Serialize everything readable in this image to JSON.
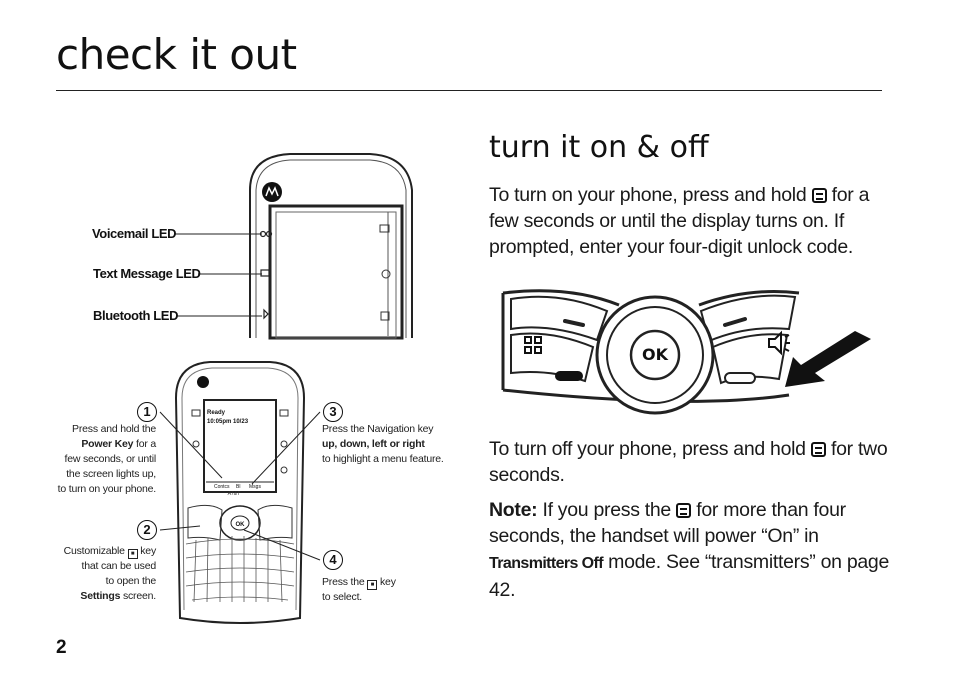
{
  "header": {
    "title": "check it out"
  },
  "section": {
    "heading": "turn it on & off"
  },
  "paragraphs": {
    "turn_on": {
      "before": "To turn on your phone, press and hold",
      "after": "for a few seconds or until the display turns on. If prompted, enter your four-digit unlock code."
    },
    "turn_off": {
      "before": "To turn off your phone, press and hold",
      "after": "for two seconds."
    },
    "note": {
      "label": "Note:",
      "before": "If you press the",
      "middle": "for more than four seconds, the handset will power “On” in",
      "mode": "Transmitters Off",
      "after": "mode. See “transmitters” on page 42."
    }
  },
  "led_labels": {
    "voicemail": "Voicemail LED",
    "text_message": "Text Message LED",
    "bluetooth": "Bluetooth LED"
  },
  "callouts": {
    "c1": {
      "num": "1",
      "l1": "Press and hold the",
      "bold": "Power Key",
      "l2": "for a",
      "l3": "few seconds, or until",
      "l4": "the screen lights up,",
      "l5": "to turn on your phone."
    },
    "c2": {
      "num": "2",
      "l1": "Customizable",
      "l2": "key",
      "l3": "that can be used",
      "l4": "to open the",
      "bold": "Settings",
      "l5": "screen."
    },
    "c3": {
      "num": "3",
      "l1": "Press the Navigation key",
      "bold": "up, down, left or right",
      "l2": "to highlight a menu feature."
    },
    "c4": {
      "num": "4",
      "l1": "Press the",
      "l2": "key",
      "l3": "to select."
    }
  },
  "keypad_detail": {
    "ok_label": "OK"
  },
  "phone_screen": {
    "status": "Ready",
    "time": "10:05pm 10/23",
    "softkeys": [
      "Contcs",
      "Bl",
      "Msgs"
    ]
  },
  "page_number": "2"
}
